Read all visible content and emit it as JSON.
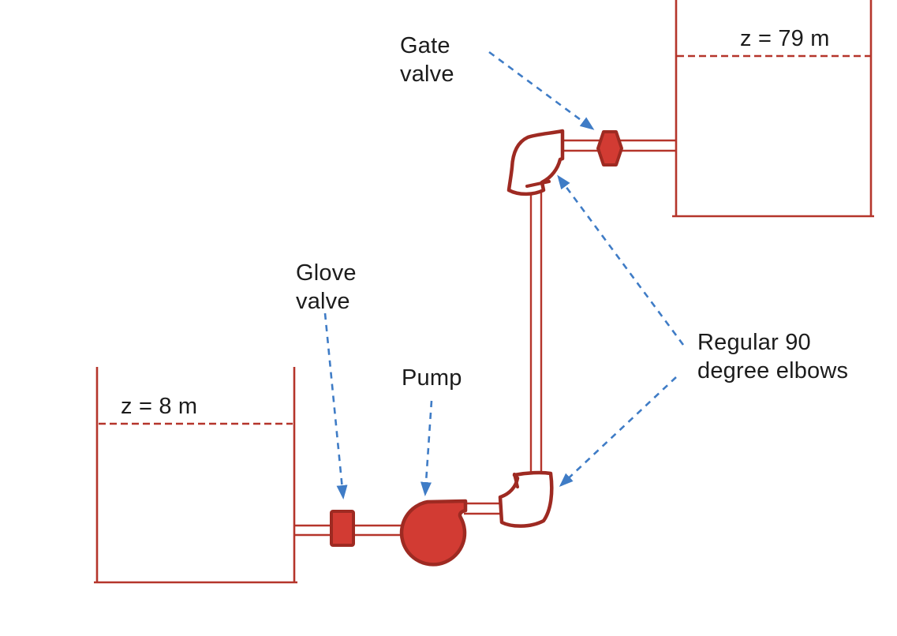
{
  "diagram": {
    "type": "piping-system-schematic",
    "labels": {
      "gate_valve": "Gate\nvalve",
      "glove_valve": "Glove\nvalve",
      "pump": "Pump",
      "elbows": "Regular 90\ndegree elbows",
      "upper_tank_level": "z = 79 m",
      "lower_tank_level": "z = 8 m"
    },
    "components": [
      "lower reservoir (z = 8 m)",
      "glove valve",
      "pump",
      "regular 90 degree elbow (lower)",
      "regular 90 degree elbow (upper)",
      "gate valve",
      "upper reservoir (z = 79 m)"
    ],
    "colors": {
      "pipe_red": "#b5352b",
      "fill_red": "#d23b33",
      "outline_red": "#9e2a22",
      "arrow_blue": "#3f7cc6",
      "text_color": "#1c1c1c",
      "background": "#ffffff"
    }
  }
}
